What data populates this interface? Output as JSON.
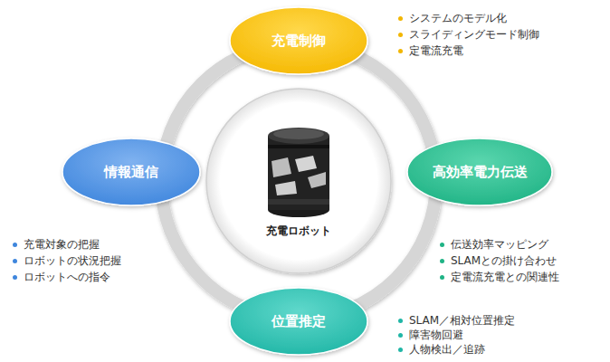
{
  "diagram": {
    "nodes": [
      {
        "text": [
          "充電制御"
        ]
      },
      {
        "text": [
          "情報通信"
        ]
      },
      {
        "text": [
          "充電ロボット"
        ]
      },
      {
        "text": [
          "高効率電力伝送"
        ]
      },
      {
        "text": [
          "位置推定"
        ]
      }
    ],
    "labels": [
      "システムのモデル化",
      "スライディングモード制御",
      "定電流充電",
      "充電対象の把握",
      "ロボットの状況把握",
      "ロボットへの指令",
      "伝送効率マッピング",
      "SLAMとの掛け合わせ",
      "定電流充電との関連性",
      "SLAM／相対位置推定",
      "障害物回避",
      "人物検出／追跡"
    ]
  }
}
